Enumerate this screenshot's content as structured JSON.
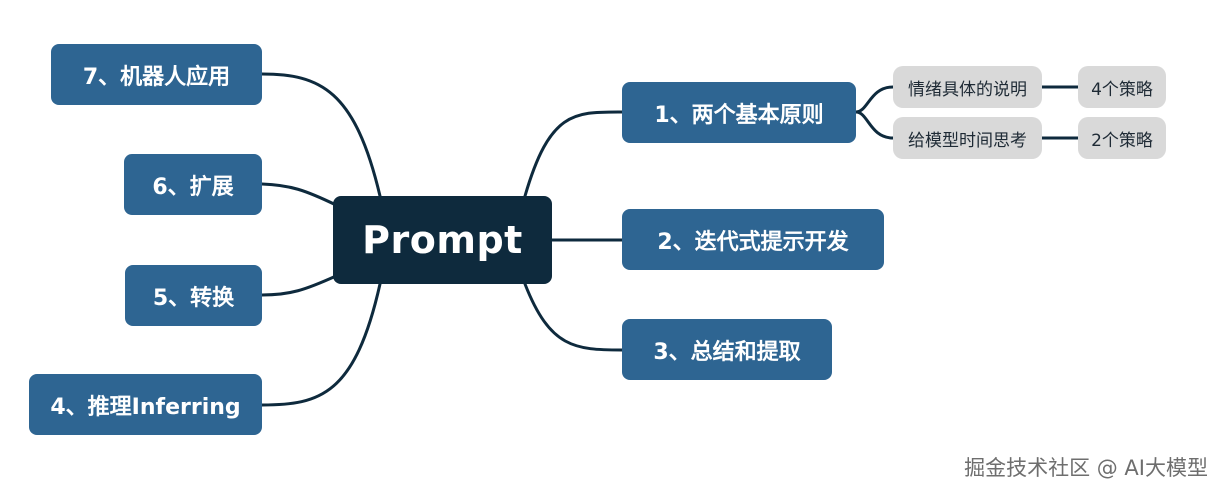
{
  "center": {
    "label": "Prompt"
  },
  "branches": {
    "b1": {
      "label": "1、两个基本原则"
    },
    "b2": {
      "label": "2、迭代式提示开发"
    },
    "b3": {
      "label": "3、总结和提取"
    },
    "b4": {
      "label": "4、推理Inferring"
    },
    "b5": {
      "label": "5、转换"
    },
    "b6": {
      "label": "6、扩展"
    },
    "b7": {
      "label": "7、机器人应用"
    }
  },
  "subnodes": {
    "s1": {
      "label": "情绪具体的说明",
      "strategy": "4个策略"
    },
    "s2": {
      "label": "给模型时间思考",
      "strategy": "2个策略"
    }
  },
  "watermark": "掘金技术社区 @ AI大模型",
  "colors": {
    "center": "#0e2a3d",
    "branch": "#2e6592",
    "leaf": "#d9d9d9",
    "connector": "#0e2a3d"
  }
}
